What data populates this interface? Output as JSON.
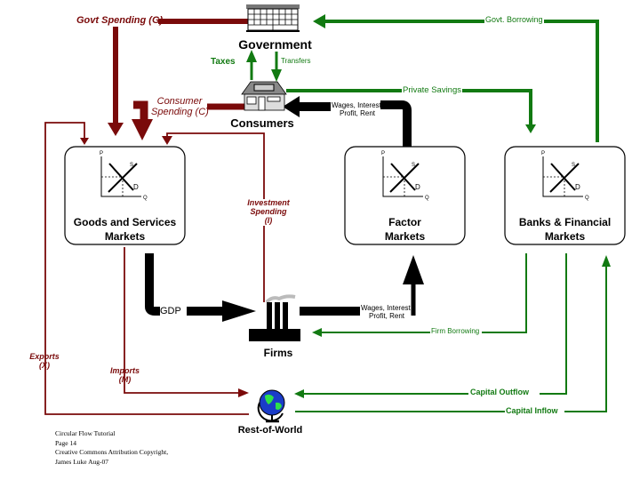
{
  "colors": {
    "maroon": "#7a0a0a",
    "green": "#127a12",
    "black": "#000000",
    "globe_blue": "#1a3cc8",
    "globe_green": "#2ee04a",
    "roof_gray": "#8a8a8a"
  },
  "nodes": {
    "government": {
      "label": "Government",
      "icon": "government-building-icon"
    },
    "consumers": {
      "label": "Consumers",
      "icon": "house-icon"
    },
    "firms": {
      "label": "Firms",
      "icon": "factory-icon"
    },
    "rest_of_world": {
      "label": "Rest-of-World",
      "icon": "globe-icon"
    }
  },
  "markets": [
    {
      "label_line1": "Goods and Services",
      "label_line2": "Markets",
      "graph": {
        "y_axis": "P",
        "x_axis": "Q",
        "supply": "S",
        "demand": "D"
      }
    },
    {
      "label_line1": "Factor",
      "label_line2": "Markets",
      "graph": {
        "y_axis": "P",
        "x_axis": "Q",
        "supply": "S",
        "demand": "D"
      }
    },
    {
      "label_line1": "Banks & Financial",
      "label_line2": "Markets",
      "graph": {
        "y_axis": "P",
        "x_axis": "Q",
        "supply": "S",
        "demand": "D"
      }
    }
  ],
  "flows": {
    "govt_spending": "Govt Spending (G)",
    "govt_borrowing": "Govt. Borrowing",
    "taxes": "Taxes",
    "transfers": "Transfers",
    "private_savings": "Private Savings",
    "consumer_spending_1": "Consumer",
    "consumer_spending_2": "Spending (C)",
    "wages_top_1": "Wages, Interest,",
    "wages_top_2": "Profit, Rent",
    "investment_1": "Investment",
    "investment_2": "Spending",
    "investment_3": "(I)",
    "gdp": "GDP",
    "wages_bottom_1": "Wages, Interest,",
    "wages_bottom_2": "Profit, Rent",
    "firm_borrowing": "Firm Borrowing",
    "exports_1": "Exports",
    "exports_2": "(X)",
    "imports_1": "Imports",
    "imports_2": "(M)",
    "capital_outflow": "Capital Outflow",
    "capital_inflow": "Capital Inflow"
  },
  "footer": {
    "line1": "Circular Flow Tutorial",
    "line2": "Page 14",
    "line3": "Creative Commons Attribution Copyright,",
    "line4": "James Luke Aug-07"
  }
}
